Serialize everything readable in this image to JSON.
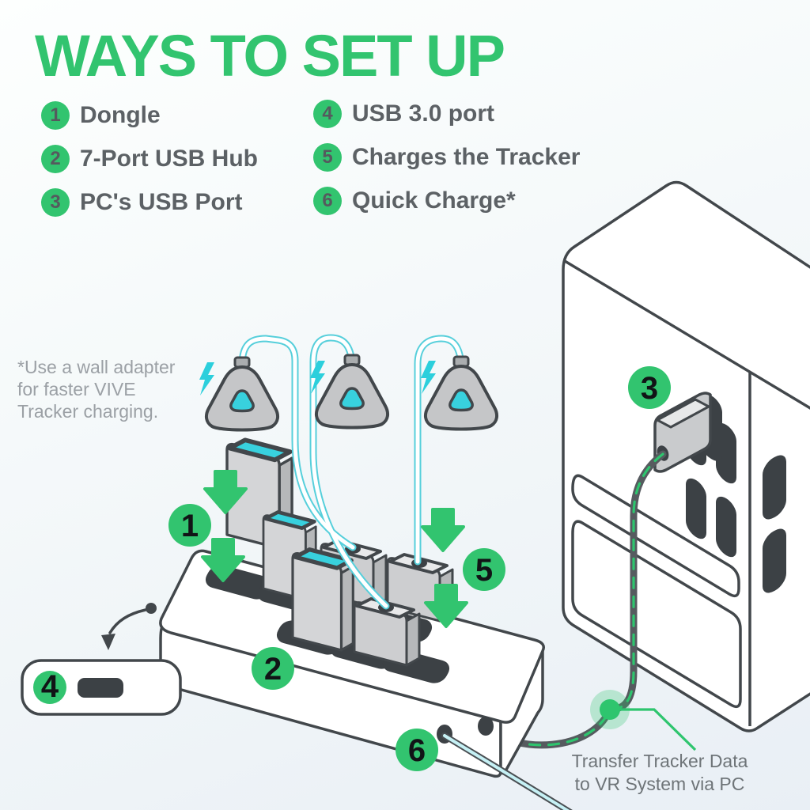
{
  "title": "WAYS TO SET UP",
  "legend": {
    "items": [
      {
        "num": "1",
        "label": "Dongle"
      },
      {
        "num": "2",
        "label": "7-Port USB Hub"
      },
      {
        "num": "3",
        "label": "PC's USB Port"
      },
      {
        "num": "4",
        "label": "USB 3.0 port"
      },
      {
        "num": "5",
        "label": "Charges the Tracker"
      },
      {
        "num": "6",
        "label": "Quick Charge*"
      }
    ]
  },
  "note": {
    "lines": [
      "*Use a wall adapter",
      "for faster VIVE",
      "Tracker charging."
    ]
  },
  "callout": {
    "lines": [
      "Transfer Tracker Data",
      "to VR System via PC"
    ]
  },
  "diagram": {
    "badges": [
      "1",
      "2",
      "3",
      "4",
      "5",
      "6"
    ],
    "icons": {
      "lightning_bolt": "charging",
      "down_arrow": "insert direction",
      "dot_connector": "callout anchor"
    }
  },
  "colors": {
    "accent_green": "#32c46f",
    "cyan": "#38d1de",
    "outline_dark": "#42474b",
    "device_gray": "#c9cacc",
    "slot_dark": "#3c4145",
    "legend_text": "#5c6165",
    "note_text": "#9ba0a5",
    "callout_text": "#6e7478"
  }
}
